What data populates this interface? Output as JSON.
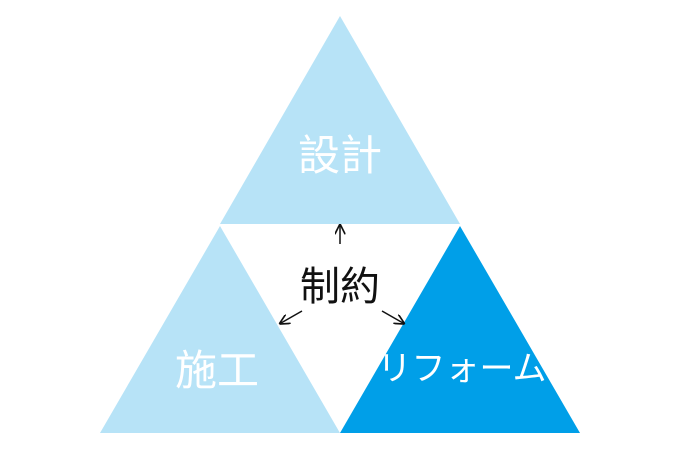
{
  "diagram": {
    "top_label": "設計",
    "center_label": "制約",
    "left_label": "施工",
    "right_label": "リフォーム"
  },
  "colors": {
    "light_blue": "#b7e3f7",
    "accent_blue": "#009fe8",
    "label_on_light": "#ffffff",
    "label_on_accent": "#ffffff",
    "center_text": "#111111",
    "arrow": "#111111"
  }
}
